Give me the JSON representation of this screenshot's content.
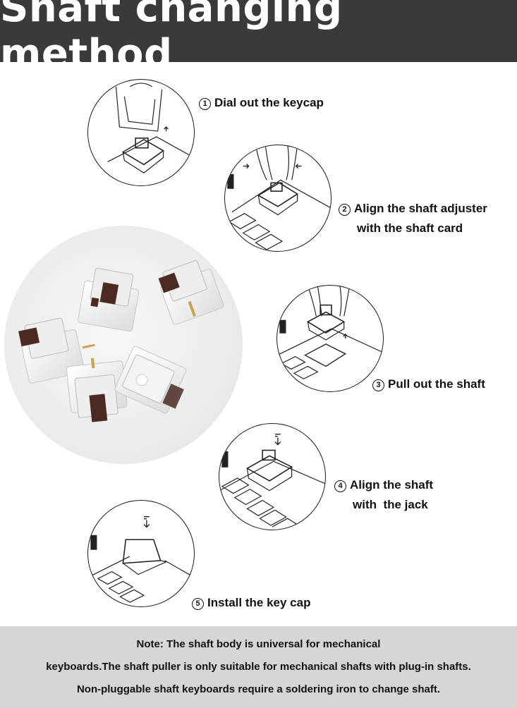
{
  "header": {
    "title": "Shaft changing method"
  },
  "steps": [
    {
      "num": "1",
      "lines": [
        "Dial out the keycap"
      ]
    },
    {
      "num": "2",
      "lines": [
        "Align the shaft adjuster",
        "with the shaft card"
      ]
    },
    {
      "num": "3",
      "lines": [
        "Pull out the shaft"
      ]
    },
    {
      "num": "4",
      "lines": [
        "Align the shaft",
        "with  the jack"
      ]
    },
    {
      "num": "5",
      "lines": [
        "Install the key cap"
      ]
    }
  ],
  "note": {
    "lines": [
      "Note: The shaft body is universal for mechanical",
      "keyboards.The shaft puller is only suitable for mechanical shafts with plug-in shafts.",
      "Non-pluggable shaft keyboards require a soldering iron to change shaft."
    ]
  },
  "colors": {
    "header_bg": "#3a3a3a",
    "note_bg": "#d6d6d6",
    "switch_stem": "#4a2a22"
  }
}
